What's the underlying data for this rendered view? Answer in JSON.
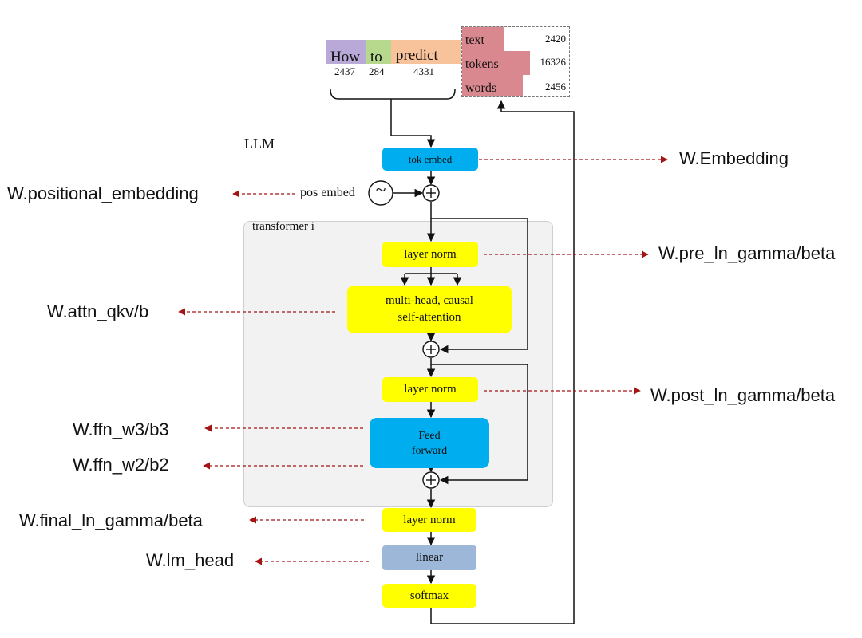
{
  "colors": {
    "highlight_yellow": "#ffff00",
    "block_blue": "#00aeef",
    "linear_steel": "#9db7d8",
    "dashed_arrow_red": "#a31515",
    "token_how": "#b8a9d9",
    "token_to": "#b7d98e",
    "token_predict": "#f8c29a",
    "stats_bar": "#d9888f",
    "transformer_bg": "#f2f2f2"
  },
  "tokens": [
    {
      "word": "How",
      "id": "2437"
    },
    {
      "word": "to",
      "id": "284"
    },
    {
      "word": "predict",
      "id": "4331"
    }
  ],
  "stats": [
    {
      "label": "text",
      "value": "2420"
    },
    {
      "label": "tokens",
      "value": "16326"
    },
    {
      "label": "words",
      "value": "2456"
    }
  ],
  "diagram": {
    "llm_label": "LLM",
    "transformer_label": "transformer i",
    "pos_embed_label": "pos embed",
    "tilde_symbol": "~",
    "plus_symbol": "+",
    "blocks": {
      "tok_embed": "tok embed",
      "layer_norm_1": "layer norm",
      "attention_line1": "multi-head, causal",
      "attention_line2": "self-attention",
      "layer_norm_2": "layer norm",
      "ffn_line1": "Feed",
      "ffn_line2": "forward",
      "final_layer_norm": "layer norm",
      "linear": "linear",
      "softmax": "softmax"
    }
  },
  "weights": {
    "embedding": "W.Embedding",
    "positional_embedding": "W.positional_embedding",
    "pre_ln": "W.pre_ln_gamma/beta",
    "attn_qkv": "W.attn_qkv/b",
    "post_ln": "W.post_ln_gamma/beta",
    "ffn_w3": "W.ffn_w3/b3",
    "ffn_w2": "W.ffn_w2/b2",
    "final_ln": "W.final_ln_gamma/beta",
    "lm_head": "W.lm_head"
  }
}
